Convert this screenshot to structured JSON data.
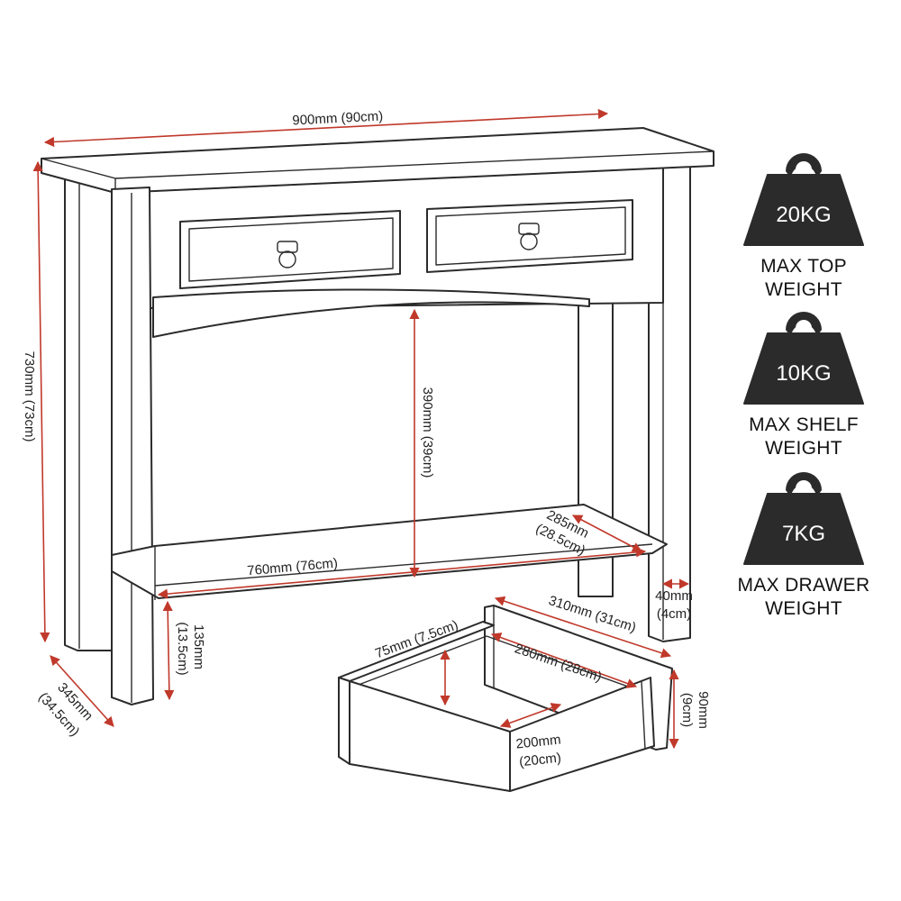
{
  "colors": {
    "outline": "#2b2b2b",
    "dimension_arrow": "#c0392b",
    "weight_fill": "#2b2b2b",
    "weight_text": "#ffffff",
    "background": "#ffffff"
  },
  "dimensions": {
    "width": "900mm (90cm)",
    "height": "730mm (73cm)",
    "depth_mm": "345mm",
    "depth_cm": "(34.5cm)",
    "shelf_clearance": "390mm (39cm)",
    "shelf_width": "760mm (76cm)",
    "shelf_depth_mm": "285mm",
    "shelf_depth_cm": "(28.5cm)",
    "leg_width_mm": "40mm",
    "leg_width_cm": "(4cm)",
    "shelf_height_mm": "135mm",
    "shelf_height_cm": "(13.5cm)",
    "drawer_length": "310mm (31cm)",
    "drawer_inner_length": "280mm (28cm)",
    "drawer_inner_height": "75mm (7.5cm)",
    "drawer_inner_width_mm": "200mm",
    "drawer_inner_width_cm": "(20cm)",
    "drawer_height_mm": "90mm",
    "drawer_height_cm": "(9cm)"
  },
  "weights": [
    {
      "value": "20KG",
      "caption_line1": "MAX TOP",
      "caption_line2": "WEIGHT"
    },
    {
      "value": "10KG",
      "caption_line1": "MAX SHELF",
      "caption_line2": "WEIGHT"
    },
    {
      "value": "7KG",
      "caption_line1": "MAX DRAWER",
      "caption_line2": "WEIGHT"
    }
  ],
  "icons": {
    "weight": "kettlebell-weight-icon",
    "drawer_handle": "ring-pull-handle-icon"
  }
}
